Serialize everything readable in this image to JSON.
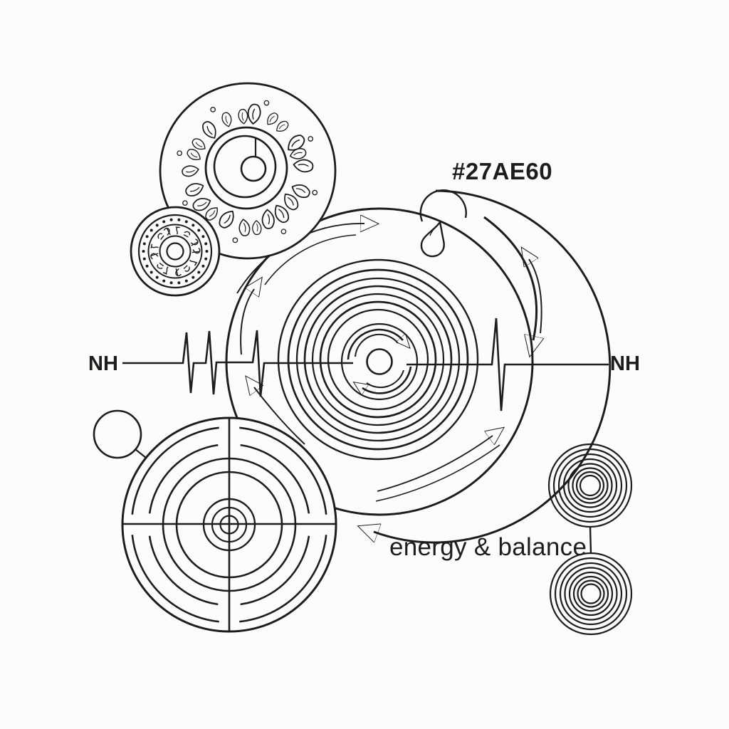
{
  "canvas": {
    "background": "#fcfcfb",
    "ink": "#1d1d1d"
  },
  "labels": {
    "color_code": "#27AE60",
    "left_line_label": "NH",
    "right_line_label": "NH",
    "flow_caption": "energy & balance"
  },
  "figures": [
    {
      "name": "floral-mandala-circle"
    },
    {
      "name": "rune-medallion-coin"
    },
    {
      "name": "concentric-flow-rings"
    },
    {
      "name": "clockwise-rotation-arrows"
    },
    {
      "name": "heartbeat-baseline"
    },
    {
      "name": "droplet"
    },
    {
      "name": "labyrinth-target-crosshair"
    },
    {
      "name": "twin-coil-stack"
    }
  ]
}
